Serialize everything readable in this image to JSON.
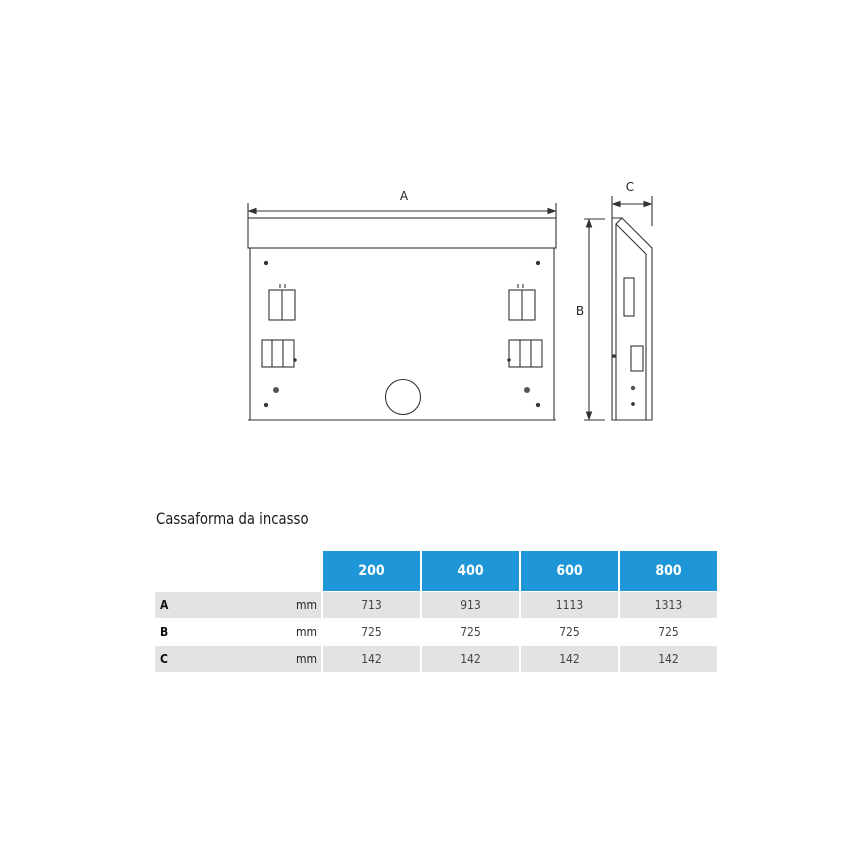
{
  "drawing": {
    "dim_a": "A",
    "dim_b": "B",
    "dim_c": "C"
  },
  "title": "Cassaforma da incasso",
  "table": {
    "columns": [
      "200",
      "400",
      "600",
      "800"
    ],
    "rows": [
      {
        "label": "A",
        "unit": "mm",
        "values": [
          "713",
          "913",
          "1113",
          "1313"
        ]
      },
      {
        "label": "B",
        "unit": "mm",
        "values": [
          "725",
          "725",
          "725",
          "725"
        ]
      },
      {
        "label": "C",
        "unit": "mm",
        "values": [
          "142",
          "142",
          "142",
          "142"
        ]
      }
    ]
  }
}
